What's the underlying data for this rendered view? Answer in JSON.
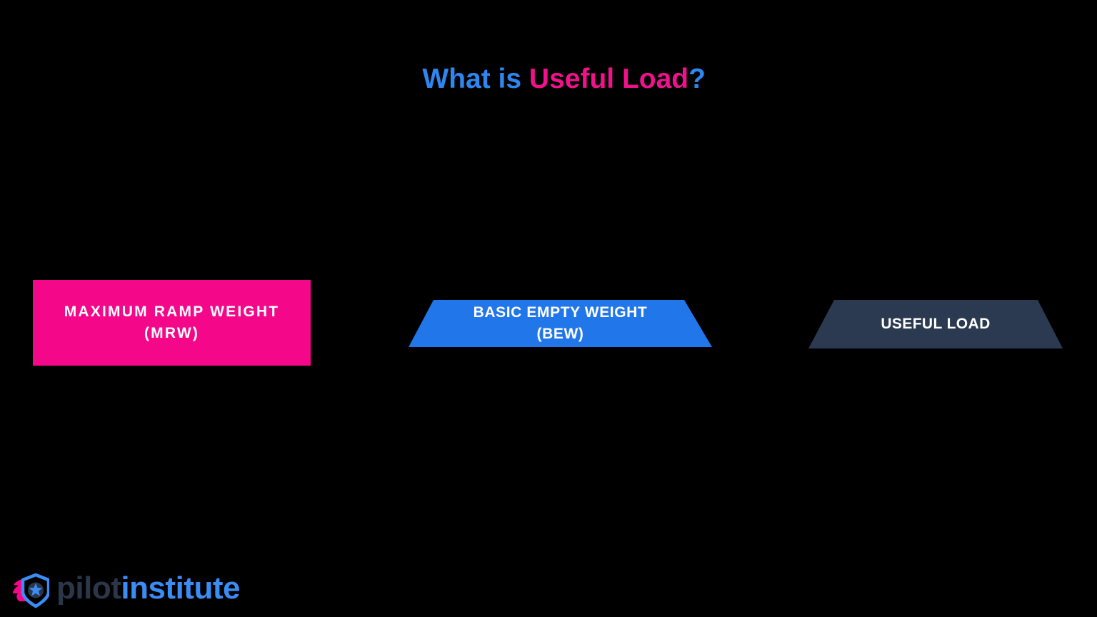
{
  "title": {
    "part1": "What is ",
    "part2": "Useful Load",
    "part3": "?"
  },
  "blocks": [
    {
      "name": "maximum-ramp-weight",
      "shape": "rectangle",
      "fill": "#f5078a",
      "lines": [
        "MAXIMUM RAMP WEIGHT",
        "(MRW)"
      ]
    },
    {
      "name": "basic-empty-weight",
      "shape": "trapezoid",
      "fill": "#2176ea",
      "lines": [
        "BASIC EMPTY WEIGHT",
        "(BEW)"
      ]
    },
    {
      "name": "useful-load",
      "shape": "trapezoid",
      "fill": "#2b3a50",
      "lines": [
        "USEFUL LOAD"
      ]
    }
  ],
  "logo": {
    "word1": "pilot",
    "word2": "institute",
    "icon": "shield-star-icon"
  },
  "colors": {
    "background": "#000000",
    "title_blue": "#2e86f0",
    "title_pink": "#f0128c",
    "block_text": "#ffffff",
    "logo_navy": "#2b3648",
    "logo_blue": "#3c8cf6",
    "logo_pink": "#f5078a"
  }
}
